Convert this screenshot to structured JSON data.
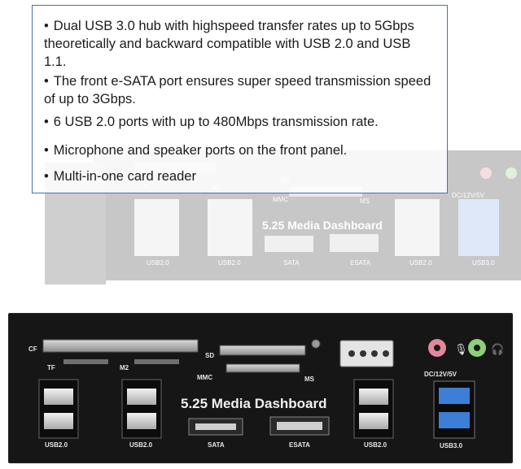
{
  "bullets": [
    "Dual USB 3.0 hub with highspeed transfer rates up to 5Gbps theoretically and backward compatible with USB 2.0 and USB 1.1.",
    "The front e-SATA port  ensures super speed transmission speed of up to 3Gbps.",
    "6 USB 2.0 ports with up to 480Mbps transmission rate.",
    "Microphone and speaker ports on the front panel.",
    "Multi-in-one card reader"
  ],
  "bullet_symbol": "•",
  "panel": {
    "title": "5.25 Media Dashboard",
    "labels": {
      "cf": "CF",
      "tf": "TF",
      "m2": "M2",
      "sd": "SD",
      "mmc": "MMC",
      "ms": "MS",
      "dc": "DC/12V/5V",
      "usb2": "USB2.0",
      "sata": "SATA",
      "esata": "ESATA",
      "usb3": "USB3.0"
    }
  },
  "colors": {
    "panel": "#161616",
    "label": "#e6e6e6",
    "usb3_blue": "#3d7fd6",
    "mic_pink": "#e4879a",
    "spk_green": "#8fcf7a",
    "callout_border": "#4a6fb0"
  }
}
